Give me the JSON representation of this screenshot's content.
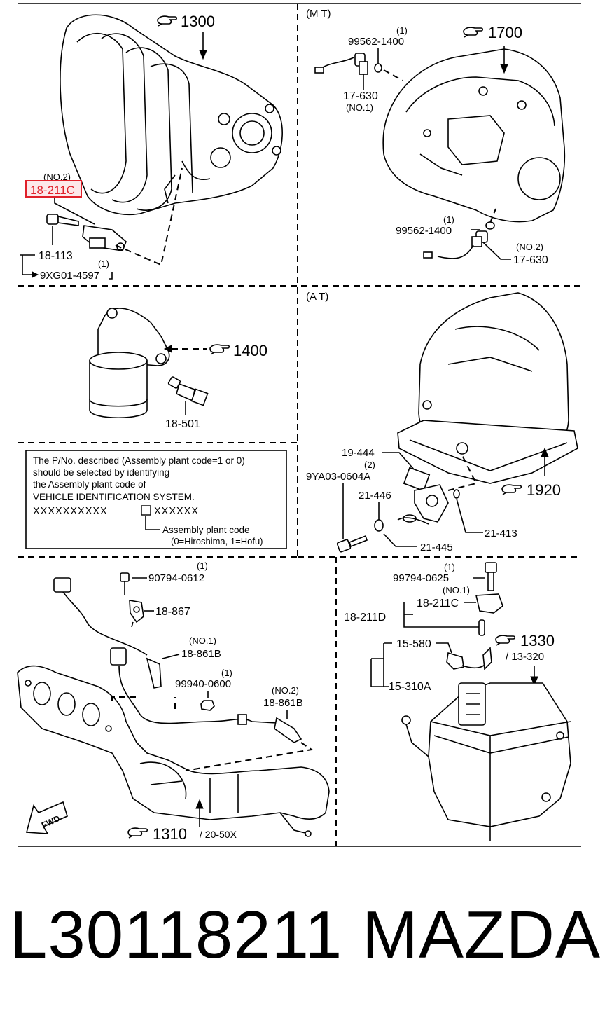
{
  "sections": {
    "mt_label": "(M T)",
    "at_label": "(A T)"
  },
  "refs": {
    "r1300": "1300",
    "r1700": "1700",
    "r1400": "1400",
    "r1920": "1920",
    "r1330": "1330",
    "r1330_sub": "/ 13-320",
    "r1310": "1310",
    "r1310_sub": "/ 20-50X"
  },
  "parts": {
    "p18_211c_top_no": "(NO.2)",
    "p18_211c_top": "18-211C",
    "p18_113": "18-113",
    "p9xg01_qty": "(1)",
    "p9xg01": "9XG01-4597",
    "p99562_a_qty": "(1)",
    "p99562_a": "99562-1400",
    "p17_630_a": "17-630",
    "p17_630_a_no": "(NO.1)",
    "p99562_b_qty": "(1)",
    "p99562_b": "99562-1400",
    "p17_630_b_no": "(NO.2)",
    "p17_630_b": "17-630",
    "p18_501": "18-501",
    "p19_444": "19-444",
    "p9ya03_qty": "(2)",
    "p9ya03": "9YA03-0604A",
    "p21_446": "21-446",
    "p21_413": "21-413",
    "p21_445": "21-445",
    "p90794_qty": "(1)",
    "p90794": "90794-0612",
    "p18_867": "18-867",
    "p18_861b_no1": "(NO.1)",
    "p18_861b_a": "18-861B",
    "p99940_qty": "(1)",
    "p99940": "99940-0600",
    "p18_861b_no2": "(NO.2)",
    "p18_861b_b": "18-861B",
    "p99794_qty": "(1)",
    "p99794": "99794-0625",
    "p18_211c_bot_no": "(NO.1)",
    "p18_211c_bot": "18-211C",
    "p18_211d": "18-211D",
    "p15_580": "15-580",
    "p15_310a": "15-310A",
    "fwd": "FWD"
  },
  "note": {
    "line1": "The P/No. described (Assembly plant code=1 or 0)",
    "line2": "should be selected by identifying",
    "line3": "the Assembly plant code of",
    "line4": "VEHICLE IDENTIFICATION SYSTEM.",
    "code_left": "XXXXXXXXXX",
    "code_right": "XXXXXX",
    "code_label": "Assembly plant code",
    "code_values": "(0=Hiroshima, 1=Hofu)"
  },
  "highlight_color": "#e0202a",
  "footer": {
    "part_number": "L30118211",
    "brand": "MAZDA"
  }
}
